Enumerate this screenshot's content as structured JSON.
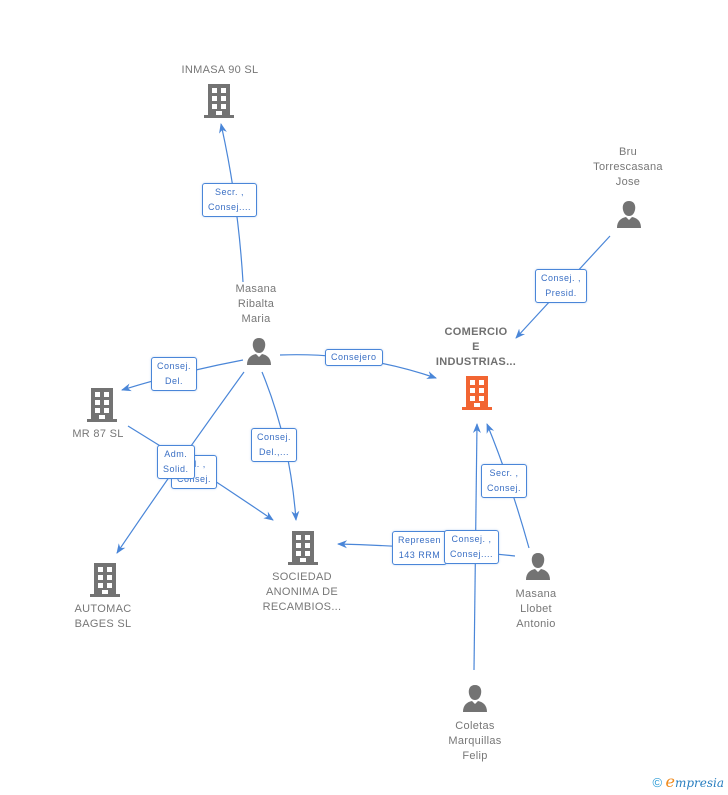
{
  "colors": {
    "edge": "#4a86d8",
    "node_gray": "#737373",
    "focus_company": "#f26532",
    "label_text": "#3a6fc4"
  },
  "nodes": [
    {
      "id": "inmasa",
      "type": "company",
      "label": "INMASA 90 SL",
      "icon": "building-icon"
    },
    {
      "id": "bru",
      "type": "person",
      "label": "Bru\nTorrescasana\nJose",
      "icon": "person-icon"
    },
    {
      "id": "masana_ribalta",
      "type": "person",
      "label": "Masana\nRibalta\nMaria",
      "icon": "person-icon"
    },
    {
      "id": "comercio",
      "type": "company",
      "focus": true,
      "label": "COMERCIO\nE\nINDUSTRIAS...",
      "icon": "building-icon"
    },
    {
      "id": "mr87",
      "type": "company",
      "label": "MR 87 SL",
      "icon": "building-icon"
    },
    {
      "id": "automac",
      "type": "company",
      "label": "AUTOMAC\nBAGES SL",
      "icon": "building-icon"
    },
    {
      "id": "sociedad",
      "type": "company",
      "label": "SOCIEDAD\nANONIMA DE\nRECAMBIOS...",
      "icon": "building-icon"
    },
    {
      "id": "masana_llobet",
      "type": "person",
      "label": "Masana\nLlobet\nAntonio",
      "icon": "person-icon"
    },
    {
      "id": "coletas",
      "type": "person",
      "label": "Coletas\nMarquillas\nFelip",
      "icon": "person-icon"
    }
  ],
  "edges": [
    {
      "from": "masana_ribalta",
      "to": "inmasa",
      "label": "Secr. ,\nConsej...."
    },
    {
      "from": "bru",
      "to": "comercio",
      "label": "Consej. ,\nPresid."
    },
    {
      "from": "masana_ribalta",
      "to": "comercio",
      "label": "Consejero"
    },
    {
      "from": "masana_ribalta",
      "to": "mr87",
      "label": "Consej.\nDel."
    },
    {
      "from": "masana_ribalta",
      "to": "sociedad",
      "label": "Consej.\nDel.,..."
    },
    {
      "from": "mr87",
      "to": "sociedad",
      "label": "...d. ,\nConsej."
    },
    {
      "from": "masana_ribalta",
      "to": "automac",
      "label": "Adm.\nSolid."
    },
    {
      "from": "masana_llobet",
      "to": "comercio",
      "label": "Secr. ,\nConsej."
    },
    {
      "from": "masana_llobet",
      "to": "sociedad",
      "label": "Represen\n143 RRM"
    },
    {
      "from": "coletas",
      "to": "comercio",
      "label": "Consej. ,\nConsej...."
    }
  ],
  "footer": {
    "copyright_symbol": "©",
    "brand_initial": "e",
    "brand_rest": "mpresia"
  }
}
